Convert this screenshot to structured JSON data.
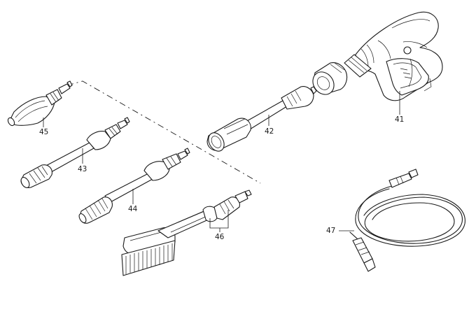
{
  "labels": {
    "p41": "41",
    "p42": "42",
    "p43": "43",
    "p44": "44",
    "p45": "45",
    "p46": "46",
    "p47": "47"
  },
  "colors": {
    "ink": "#1a1a1a",
    "paper": "#ffffff"
  }
}
